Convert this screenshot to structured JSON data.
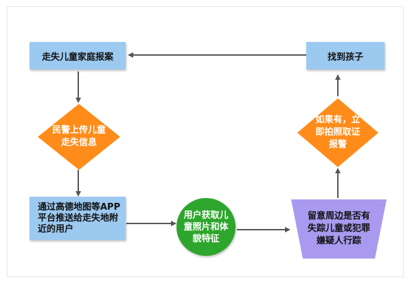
{
  "nodes": {
    "report": "走失儿童家庭报案",
    "found": "找到孩子",
    "police_upload": "民警上传儿童\n走失信息",
    "if_yes": "如果有，立\n即拍照取证\n报警",
    "push": "通过高德地图等APP\n平台推送给走失地附\n近的用户",
    "user_get": "用户获取儿\n童照片和体\n貌特征",
    "watch": "留意周边是否有\n失踪儿童或犯罪\n嫌疑人行踪"
  },
  "colors": {
    "box": "#9cc9f0",
    "diamond": "#ff8c1a",
    "circle": "#2ea52c",
    "trapezoid": "#a99af0",
    "arrow": "#555555"
  }
}
